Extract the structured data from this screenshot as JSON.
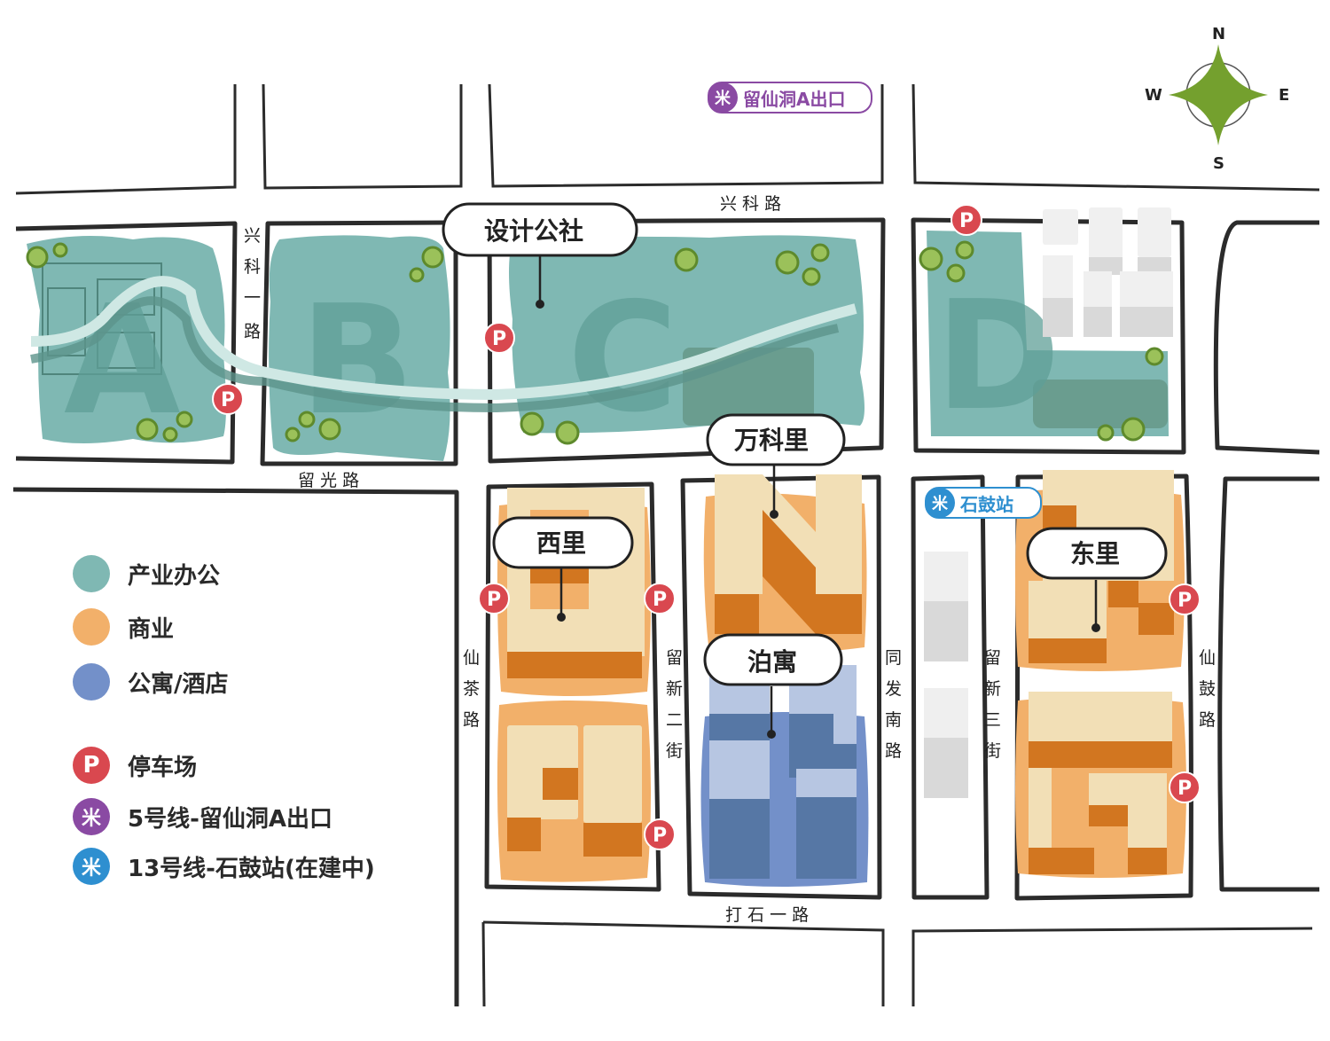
{
  "colors": {
    "office": "#7fb8b3",
    "commercial": "#f2b06a",
    "apartment_hotel": "#7390c9",
    "parking": "#d9484f",
    "line5": "#8a4aa3",
    "line13": "#2e8fd0",
    "compass": "#74a02e",
    "tree": "#9bc15a",
    "road": "#2b2b2b"
  },
  "compass": {
    "n": "N",
    "s": "S",
    "e": "E",
    "w": "W"
  },
  "metro_exits": [
    {
      "id": "line5-exit",
      "label": "留仙洞A出口",
      "icon": "米"
    },
    {
      "id": "line13-station",
      "label": "石鼓站",
      "icon": "米"
    }
  ],
  "roads": {
    "xingke": "兴 科 路",
    "xingke1": [
      "兴",
      "科",
      "一",
      "路"
    ],
    "liuguang": "留 光 路",
    "xiancha": [
      "仙",
      "茶",
      "路"
    ],
    "liuxin2": [
      "留",
      "新",
      "二",
      "街"
    ],
    "tongfanan": [
      "同",
      "发",
      "南",
      "路"
    ],
    "liuxin3": [
      "留",
      "新",
      "三",
      "街"
    ],
    "xiangu": [
      "仙",
      "鼓",
      "路"
    ],
    "dashi1": "打 石 一 路"
  },
  "zones": [
    "A",
    "B",
    "C",
    "D"
  ],
  "callouts": {
    "design": "设计公社",
    "wankeli": "万科里",
    "xili": "西里",
    "boyu": "泊寓",
    "dongli": "东里"
  },
  "parking_label": "P",
  "legend": {
    "items": [
      {
        "label": "产业办公",
        "type": "office"
      },
      {
        "label": "商业",
        "type": "commercial"
      },
      {
        "label": "公寓/酒店",
        "type": "apartment_hotel"
      },
      {
        "label": "停车场",
        "type": "parking",
        "glyph": "P"
      },
      {
        "label": "5号线-留仙洞A出口",
        "type": "line5",
        "glyph": "米"
      },
      {
        "label": "13号线-石鼓站(在建中)",
        "type": "line13",
        "glyph": "米"
      }
    ]
  }
}
